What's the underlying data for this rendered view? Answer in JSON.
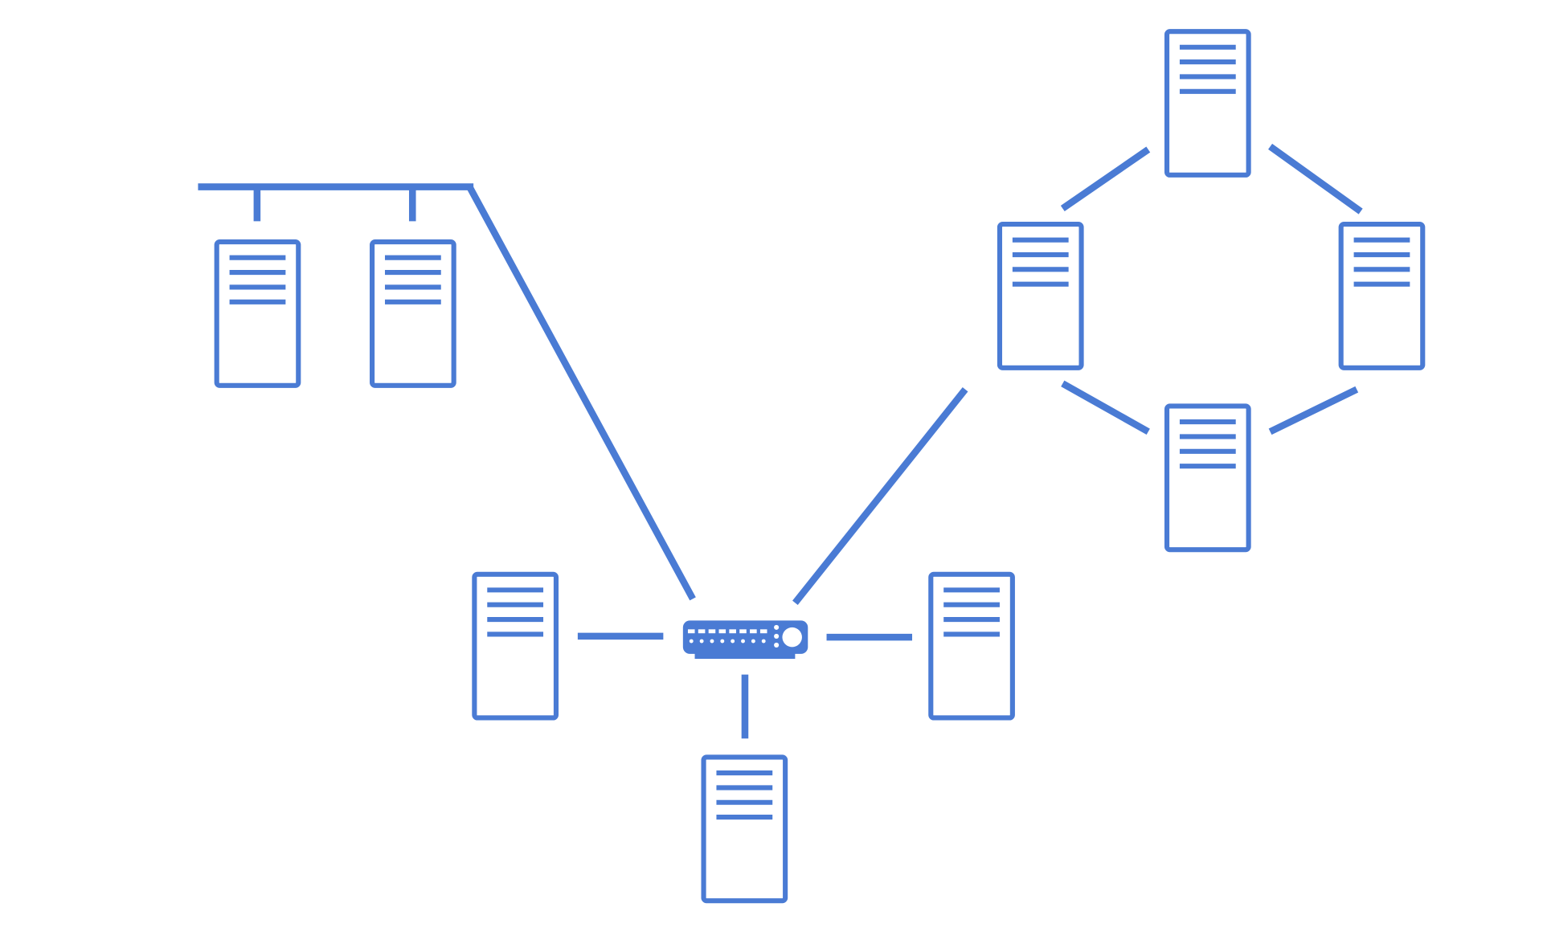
{
  "diagram": {
    "colors": {
      "stroke": "#4a7bd4",
      "background": "#ffffff"
    },
    "icons": {
      "server": "server-icon",
      "switch": "network-switch-icon"
    },
    "topologies": [
      {
        "name": "bus",
        "nodes": 2
      },
      {
        "name": "star",
        "hub": "switch",
        "nodes": 3
      },
      {
        "name": "ring",
        "nodes": 4
      }
    ]
  }
}
